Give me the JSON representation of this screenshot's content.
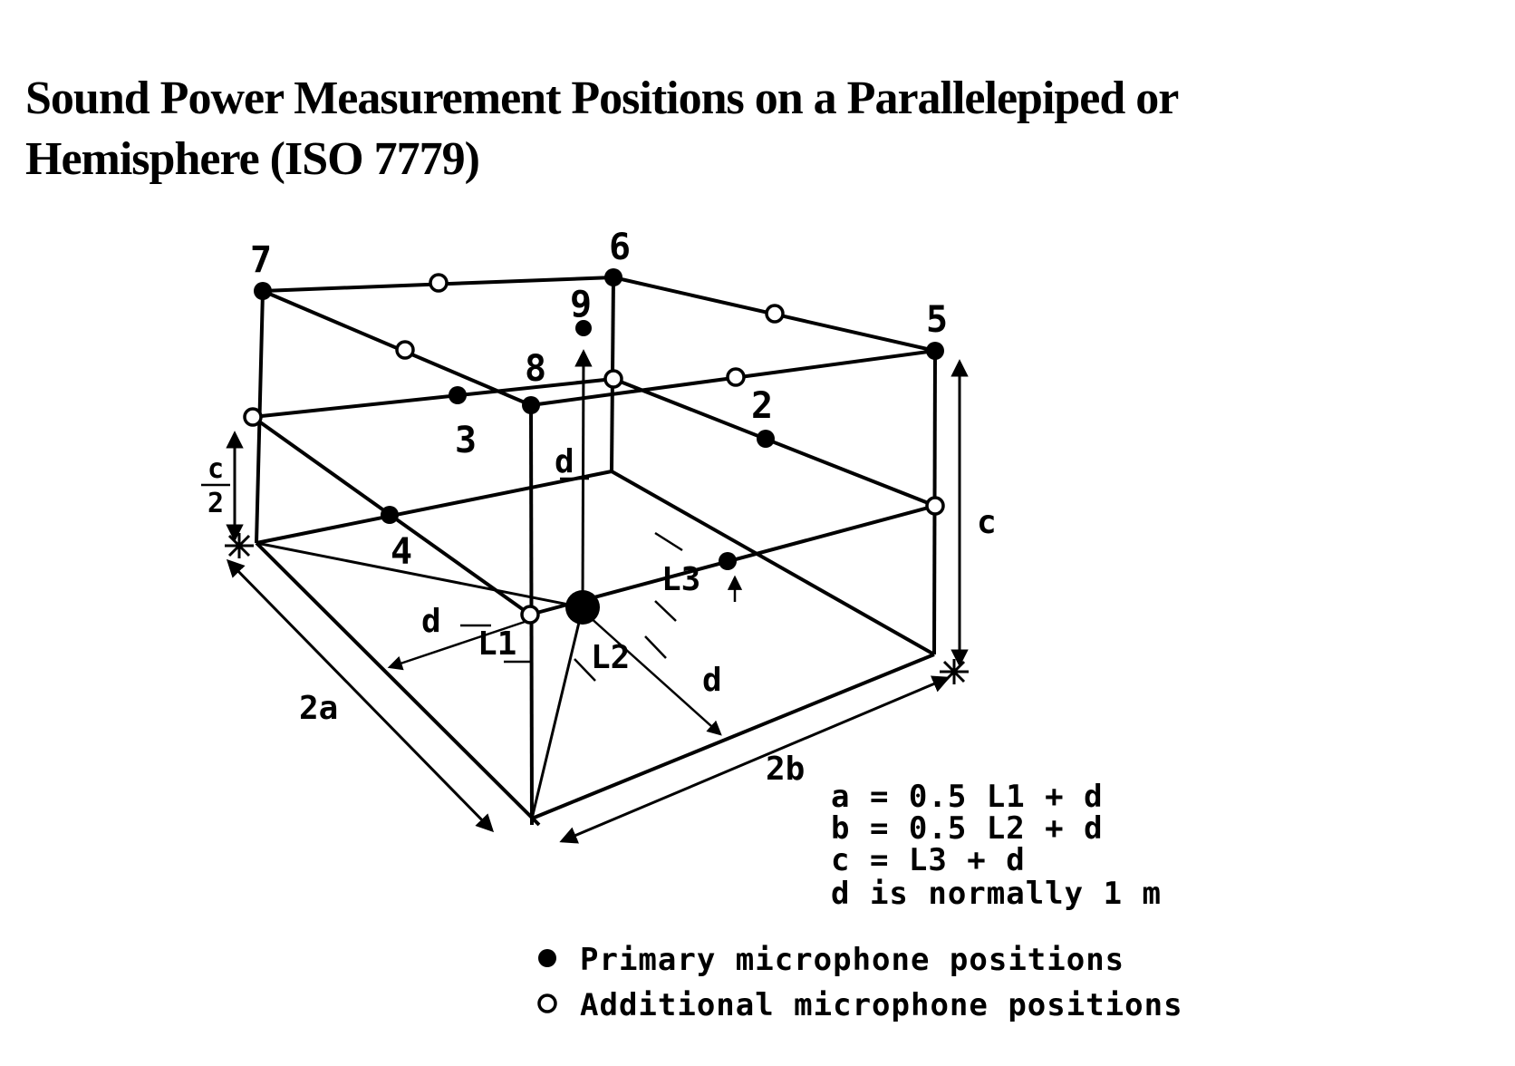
{
  "title": {
    "line1": "Sound Power Measurement Positions on a Parallelepiped or",
    "line2": "Hemisphere (ISO 7779)"
  },
  "diagram": {
    "position_labels": {
      "p2": "2",
      "p3": "3",
      "p4": "4",
      "p5": "5",
      "p6": "6",
      "p7": "7",
      "p8": "8",
      "p9": "9"
    },
    "dimension_labels": {
      "two_a": "2a",
      "two_b": "2b",
      "c": "c",
      "c_half_numerator": "c",
      "c_half_denominator": "2",
      "d_left": "d",
      "d_right": "d",
      "d_top": "d",
      "l1": "L1",
      "l2": "L2",
      "l3": "L3"
    },
    "formulas": [
      "a = 0.5 L1 + d",
      "b = 0.5 L2 + d",
      "c = L3 + d",
      "d is normally 1 m"
    ],
    "legend": [
      {
        "marker": "filled-dot",
        "label": "Primary microphone positions"
      },
      {
        "marker": "open-dot",
        "label": "Additional microphone positions"
      }
    ],
    "colors": {
      "ink": "#000000",
      "paper": "#ffffff"
    }
  }
}
